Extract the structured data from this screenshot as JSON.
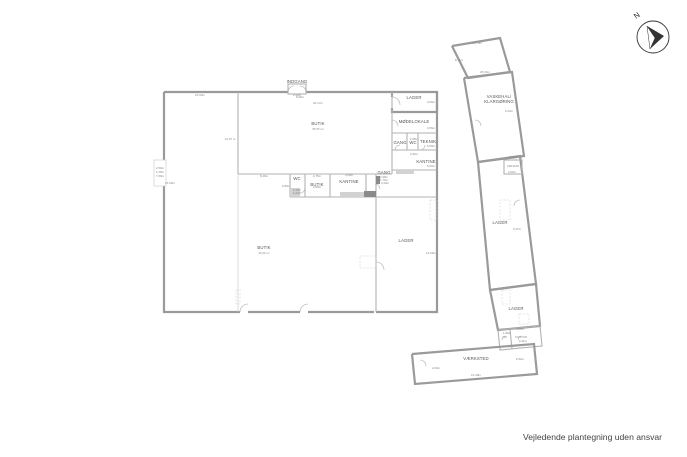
{
  "caption": "Vejledende plantegning uden ansvar",
  "compass": {
    "north_label": "N"
  },
  "rooms": [
    {
      "name": "BUTIK",
      "area": "86,55 m²"
    },
    {
      "name": "BUTIK",
      "area": "46,00 m²"
    },
    {
      "name": "BUTIK",
      "area": ""
    },
    {
      "name": "INDGANG",
      "area": ""
    },
    {
      "name": "LAGER",
      "area": ""
    },
    {
      "name": "MØDELOKALE",
      "area": ""
    },
    {
      "name": "GANG",
      "area": ""
    },
    {
      "name": "WC",
      "area": ""
    },
    {
      "name": "TEKNIK",
      "area": ""
    },
    {
      "name": "KANTINE",
      "area": ""
    },
    {
      "name": "KANTINE",
      "area": ""
    },
    {
      "name": "WC",
      "area": ""
    },
    {
      "name": "GANG",
      "area": ""
    },
    {
      "name": "LAGER",
      "area": ""
    },
    {
      "name": "VASKEHAL/",
      "area": ""
    },
    {
      "name": "KLARGØRING",
      "area": ""
    },
    {
      "name": "KØLRUM",
      "area": ""
    },
    {
      "name": "LAGER",
      "area": ""
    },
    {
      "name": "LAGER",
      "area": ""
    },
    {
      "name": "WC",
      "area": ""
    },
    {
      "name": "KONTOR",
      "area": ""
    },
    {
      "name": "VÆRKSTED",
      "area": ""
    }
  ],
  "dimensions": [
    "15,90m",
    "20,17m",
    "12,07 m",
    "8,49m",
    "4,75m",
    "2,80m",
    "2,20m",
    "2,42m",
    "4,56m",
    "3,00m",
    "2,95m",
    "5,00m",
    "3,50m",
    "3,32m",
    "5,50m",
    "15,96m",
    "7,69m",
    "13,96m",
    "2,50m",
    "6,99m",
    "4,75m",
    "14,70m",
    "8,71m",
    "25,04m",
    "3,23m",
    "7,59m",
    "3,47m",
    "2,00m",
    "4,06m",
    "16,48m",
    "2,00m",
    "2,62m",
    "4,31m",
    "1,80m",
    "3,29m",
    "2,80m",
    "1,70m",
    "2,38m",
    "2,30m"
  ],
  "colors": {
    "wall": "#9a9a9a",
    "text": "#555555",
    "compass_fill": "#333333"
  }
}
